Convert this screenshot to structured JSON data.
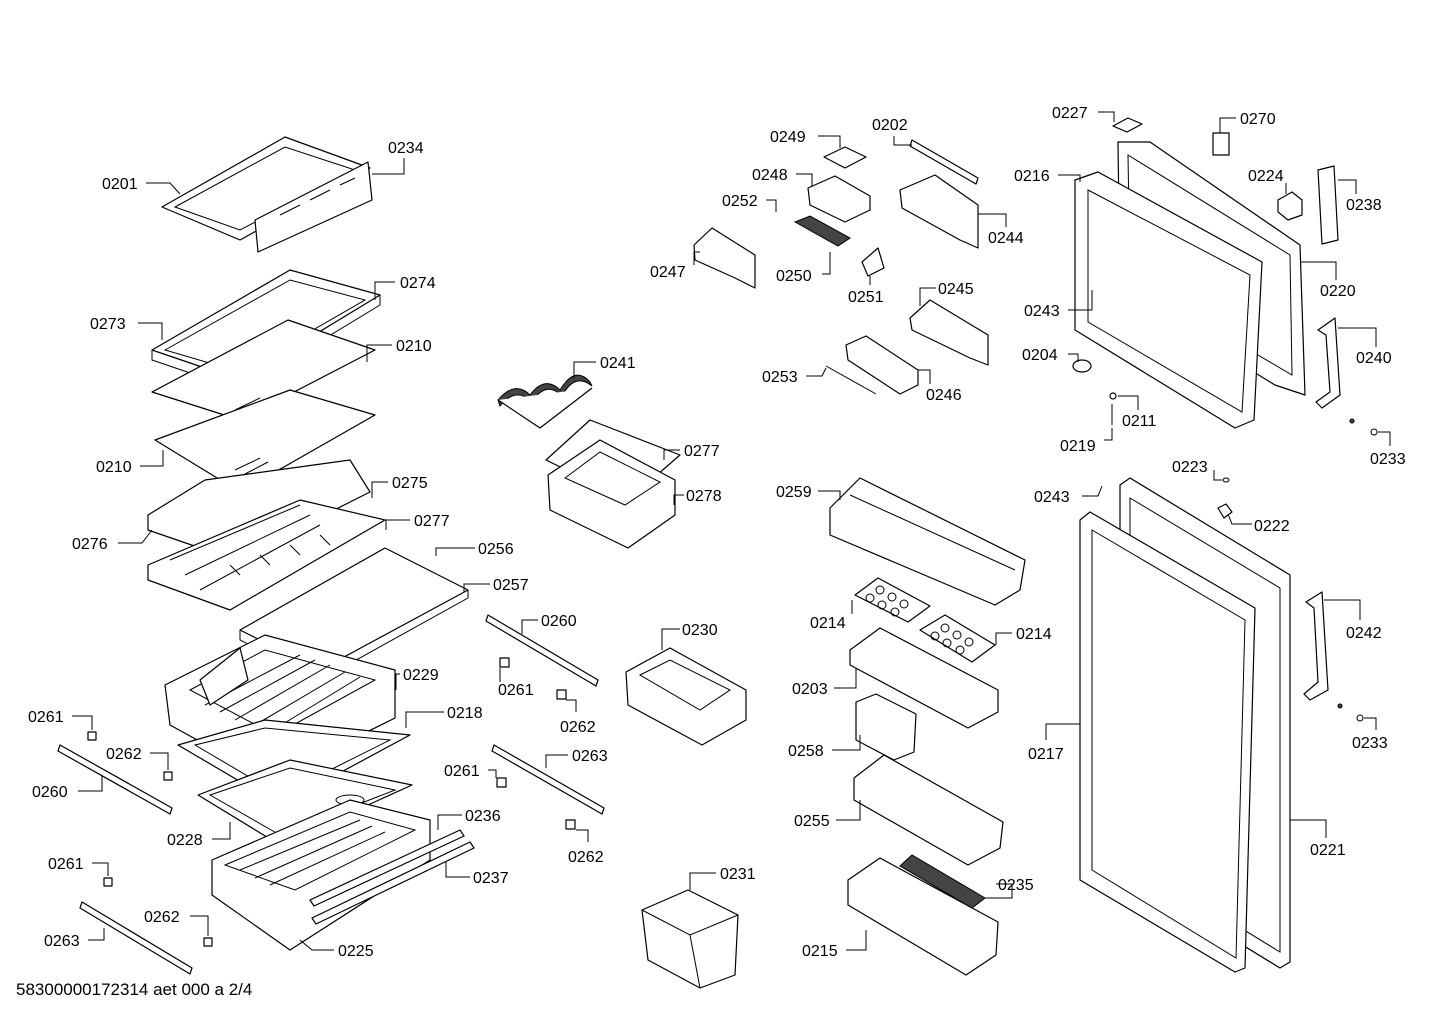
{
  "footer_text": "58300000172314 aet 000 a 2/4",
  "callouts": [
    {
      "id": "c0201",
      "label": "0201"
    },
    {
      "id": "c0234",
      "label": "0234"
    },
    {
      "id": "c0274",
      "label": "0274"
    },
    {
      "id": "c0273",
      "label": "0273"
    },
    {
      "id": "c0210a",
      "label": "0210"
    },
    {
      "id": "c0210b",
      "label": "0210"
    },
    {
      "id": "c0275",
      "label": "0275"
    },
    {
      "id": "c0276",
      "label": "0276"
    },
    {
      "id": "c0277a",
      "label": "0277"
    },
    {
      "id": "c0256",
      "label": "0256"
    },
    {
      "id": "c0257",
      "label": "0257"
    },
    {
      "id": "c0229",
      "label": "0229"
    },
    {
      "id": "c0218",
      "label": "0218"
    },
    {
      "id": "c0261a",
      "label": "0261"
    },
    {
      "id": "c0262a",
      "label": "0262"
    },
    {
      "id": "c0260a",
      "label": "0260"
    },
    {
      "id": "c0228",
      "label": "0228"
    },
    {
      "id": "c0236",
      "label": "0236"
    },
    {
      "id": "c0237",
      "label": "0237"
    },
    {
      "id": "c0261b",
      "label": "0261"
    },
    {
      "id": "c0262b",
      "label": "0262"
    },
    {
      "id": "c0263a",
      "label": "0263"
    },
    {
      "id": "c0225",
      "label": "0225"
    },
    {
      "id": "c0241",
      "label": "0241"
    },
    {
      "id": "c0277b",
      "label": "0277"
    },
    {
      "id": "c0278",
      "label": "0278"
    },
    {
      "id": "c0260b",
      "label": "0260"
    },
    {
      "id": "c0261c",
      "label": "0261"
    },
    {
      "id": "c0262c",
      "label": "0262"
    },
    {
      "id": "c0263b",
      "label": "0263"
    },
    {
      "id": "c0261d",
      "label": "0261"
    },
    {
      "id": "c0262d",
      "label": "0262"
    },
    {
      "id": "c0230",
      "label": "0230"
    },
    {
      "id": "c0231",
      "label": "0231"
    },
    {
      "id": "c0249",
      "label": "0249"
    },
    {
      "id": "c0202",
      "label": "0202"
    },
    {
      "id": "c0248",
      "label": "0248"
    },
    {
      "id": "c0252",
      "label": "0252"
    },
    {
      "id": "c0244",
      "label": "0244"
    },
    {
      "id": "c0247",
      "label": "0247"
    },
    {
      "id": "c0250",
      "label": "0250"
    },
    {
      "id": "c0251",
      "label": "0251"
    },
    {
      "id": "c0245",
      "label": "0245"
    },
    {
      "id": "c0253",
      "label": "0253"
    },
    {
      "id": "c0246",
      "label": "0246"
    },
    {
      "id": "c0259",
      "label": "0259"
    },
    {
      "id": "c0214a",
      "label": "0214"
    },
    {
      "id": "c0214b",
      "label": "0214"
    },
    {
      "id": "c0203",
      "label": "0203"
    },
    {
      "id": "c0258",
      "label": "0258"
    },
    {
      "id": "c0255",
      "label": "0255"
    },
    {
      "id": "c0235",
      "label": "0235"
    },
    {
      "id": "c0215",
      "label": "0215"
    },
    {
      "id": "c0227",
      "label": "0227"
    },
    {
      "id": "c0270",
      "label": "0270"
    },
    {
      "id": "c0216",
      "label": "0216"
    },
    {
      "id": "c0224",
      "label": "0224"
    },
    {
      "id": "c0238",
      "label": "0238"
    },
    {
      "id": "c0220",
      "label": "0220"
    },
    {
      "id": "c0243a",
      "label": "0243"
    },
    {
      "id": "c0240",
      "label": "0240"
    },
    {
      "id": "c0204",
      "label": "0204"
    },
    {
      "id": "c0211",
      "label": "0211"
    },
    {
      "id": "c0219",
      "label": "0219"
    },
    {
      "id": "c0233a",
      "label": "0233"
    },
    {
      "id": "c0243b",
      "label": "0243"
    },
    {
      "id": "c0223",
      "label": "0223"
    },
    {
      "id": "c0222",
      "label": "0222"
    },
    {
      "id": "c0242",
      "label": "0242"
    },
    {
      "id": "c0233b",
      "label": "0233"
    },
    {
      "id": "c0217",
      "label": "0217"
    },
    {
      "id": "c0221",
      "label": "0221"
    }
  ]
}
